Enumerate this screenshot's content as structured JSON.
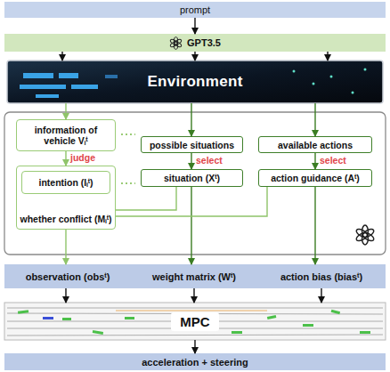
{
  "diagram": {
    "nodes": [
      {
        "text": [
          "prompt"
        ]
      },
      {
        "text": [
          "GPT3.5"
        ]
      },
      {
        "text": [
          "Environment"
        ]
      },
      {
        "text": [
          "information of vehicle Vᵢᵗ"
        ]
      },
      {
        "text": [
          "whether conflict (Mᵢᵗ)"
        ]
      },
      {
        "text": [
          "intention (Iᵢᵗ)"
        ],
        "in": 4
      },
      {
        "text": [
          "possible situations"
        ]
      },
      {
        "text": [
          "situation (Xᵗ)"
        ]
      },
      {
        "text": [
          "available actions"
        ]
      },
      {
        "text": [
          "action guidance (Aᵗ)"
        ]
      },
      {
        "text": [
          "observation (obsᵗ)"
        ]
      },
      {
        "text": [
          "weight matrix (Wᵗ)"
        ]
      },
      {
        "text": [
          "action bias (biasᵗ)"
        ]
      },
      {
        "text": [
          "MPC"
        ]
      },
      {
        "text": [
          "acceleration + steering"
        ]
      }
    ],
    "edges": [
      {
        "from": 0,
        "to": 1,
        "arrow": "to"
      },
      {
        "from": 1,
        "to": 2,
        "arrow": "to"
      },
      {
        "from": 1,
        "to": 2,
        "arrow": "to"
      },
      {
        "from": 1,
        "to": 2,
        "arrow": "to"
      },
      {
        "from": 2,
        "to": 3,
        "arrow": "to"
      },
      {
        "from": 2,
        "to": 6,
        "arrow": "to"
      },
      {
        "from": 2,
        "to": 8,
        "arrow": "to"
      },
      {
        "from": 3,
        "to": 4,
        "label": "judge",
        "arrow": "to"
      },
      {
        "from": 6,
        "to": 7,
        "label": "select",
        "arrow": "to"
      },
      {
        "from": 8,
        "to": 9,
        "label": "select",
        "arrow": "to"
      },
      {
        "from": 4,
        "to": 10,
        "arrow": "to"
      },
      {
        "from": 7,
        "to": 11,
        "arrow": "to"
      },
      {
        "from": 9,
        "to": 12,
        "arrow": "to"
      },
      {
        "from": 4,
        "to": 7,
        "arrow": "none"
      },
      {
        "from": 4,
        "to": 9,
        "arrow": "none"
      },
      {
        "from": 10,
        "to": 13,
        "arrow": "to"
      },
      {
        "from": 11,
        "to": 13,
        "arrow": "to"
      },
      {
        "from": 12,
        "to": 13,
        "arrow": "to"
      },
      {
        "from": 13,
        "to": 14,
        "arrow": "to"
      }
    ]
  }
}
